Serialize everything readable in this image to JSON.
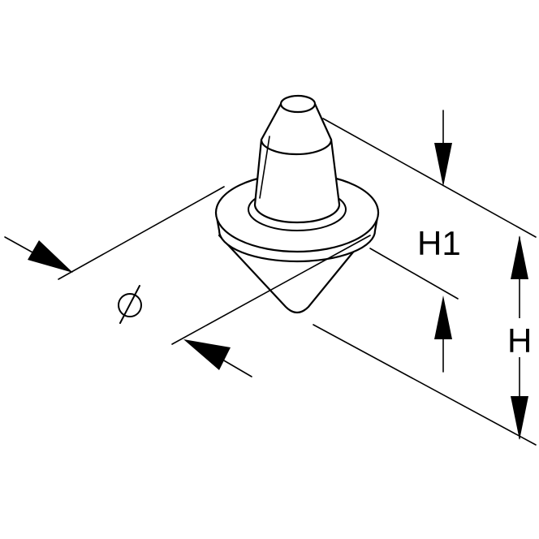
{
  "labels": {
    "height_total": "H",
    "height_top": "H1"
  },
  "symbols": {
    "diameter": "diameter-symbol"
  },
  "colors": {
    "line": "#000000",
    "background": "#ffffff"
  }
}
